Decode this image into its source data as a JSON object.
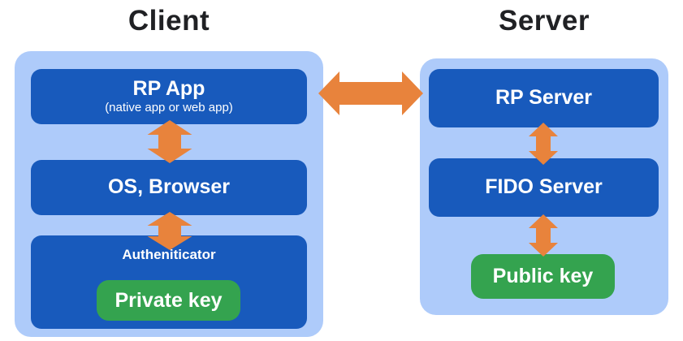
{
  "diagram": {
    "client": {
      "title": "Client",
      "boxes": {
        "rp_app": {
          "label": "RP App",
          "sublabel": "(native app or web app)"
        },
        "os_browser": {
          "label": "OS, Browser"
        },
        "authenticator": {
          "label": "Autheniticator",
          "key": {
            "label": "Private key"
          }
        }
      }
    },
    "server": {
      "title": "Server",
      "boxes": {
        "rp_server": {
          "label": "RP Server"
        },
        "fido_server": {
          "label": "FIDO Server"
        },
        "public_key": {
          "label": "Public key"
        }
      }
    },
    "arrows": [
      "rp-app <-> rp-server",
      "rp-app <-> os-browser",
      "os-browser <-> authenticator",
      "rp-server <-> fido-server",
      "fido-server <-> public-key"
    ]
  },
  "colors": {
    "container": "#aecbfa",
    "box": "#185abc",
    "key": "#34a34f",
    "arrow": "#e8833c",
    "title": "#202124",
    "box_text": "#ffffff"
  }
}
